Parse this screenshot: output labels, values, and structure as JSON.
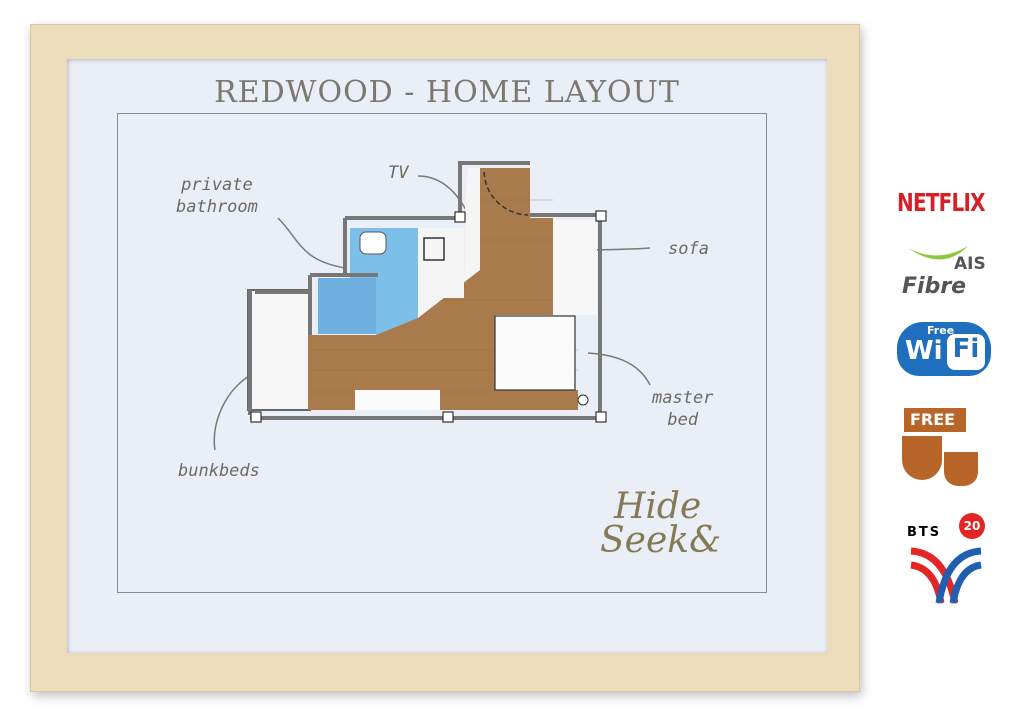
{
  "title": "REDWOOD - HOME LAYOUT",
  "labels": {
    "bathroom": [
      "private",
      "bathroom"
    ],
    "tv": "TV",
    "sofa": "sofa",
    "bed": [
      "master",
      "bed"
    ],
    "bunk": "bunkbeds"
  },
  "logo": {
    "line1": "Hide",
    "line2": "Seek&"
  },
  "amenities": {
    "netflix": "NETFLIX",
    "ais": "AIS",
    "fibre": "Fibre",
    "wifi_free": "Free",
    "wifi_wi": "Wi",
    "wifi_fi": "Fi",
    "coffee": "FREE",
    "bts": "BTS",
    "bts_num": "20"
  },
  "colors": {
    "wood": "#a97b4c",
    "water": "#6fb8e6",
    "netflix": "#d81f26",
    "wifi": "#1f6fbf",
    "coffee": "#b8652a"
  }
}
